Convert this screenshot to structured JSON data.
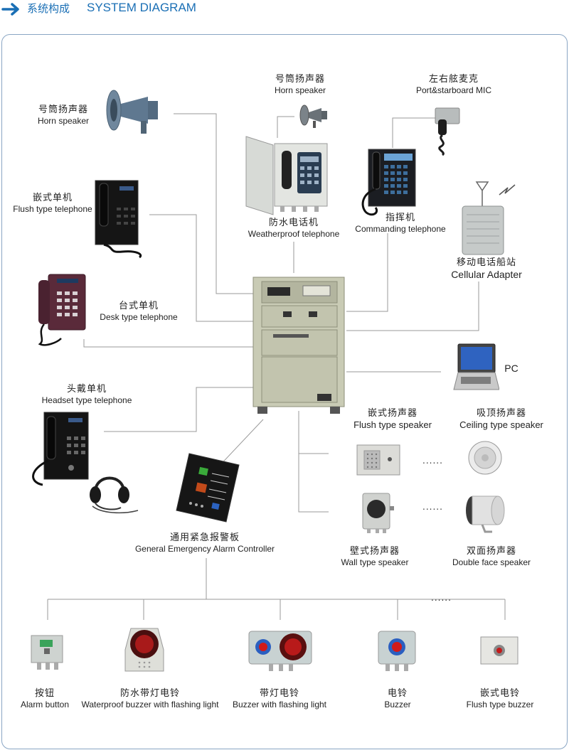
{
  "header": {
    "title_cn": "系统构成",
    "title_en": "SYSTEM DIAGRAM"
  },
  "colors": {
    "accent": "#1a6fb5",
    "frame": "#8aa6c4",
    "line": "#9a9a9a",
    "cabinet": "#c9cbb5"
  },
  "devices": {
    "horn_left": {
      "cn": "号筒扬声器",
      "en": "Horn speaker"
    },
    "horn_top": {
      "cn": "号筒扬声器",
      "en": "Horn speaker"
    },
    "mic": {
      "cn": "左右舷麦克",
      "en": "Port&starboard MIC"
    },
    "flush_tel": {
      "cn": "嵌式单机",
      "en": "Flush type telephone"
    },
    "weather_tel": {
      "cn": "防水电话机",
      "en": "Weatherproof telephone"
    },
    "command_tel": {
      "cn": "指挥机",
      "en": "Commanding telephone"
    },
    "cellular": {
      "cn": "移动电话船站",
      "en": "Cellular Adapter"
    },
    "desk_tel": {
      "cn": "台式单机",
      "en": "Desk type telephone"
    },
    "pc": {
      "en": "PC"
    },
    "headset_tel": {
      "cn": "头戴单机",
      "en": "Headset type telephone"
    },
    "flush_spk": {
      "cn": "嵌式扬声器",
      "en": "Flush type speaker"
    },
    "ceiling_spk": {
      "cn": "吸顶扬声器",
      "en": "Ceiling type speaker"
    },
    "wall_spk": {
      "cn": "壁式扬声器",
      "en": "Wall type speaker"
    },
    "double_spk": {
      "cn": "双面扬声器",
      "en": "Double face speaker"
    },
    "alarm_ctrl": {
      "cn": "通用紧急报警板",
      "en": "General Emergency Alarm Controller"
    },
    "alarm_btn": {
      "cn": "按钮",
      "en": "Alarm button"
    },
    "wp_buzzer": {
      "cn": "防水带灯电铃",
      "en": "Waterproof buzzer with flashing light"
    },
    "buzzer_light": {
      "cn": "带灯电铃",
      "en": "Buzzer with flashing light"
    },
    "buzzer": {
      "cn": "电铃",
      "en": "Buzzer"
    },
    "flush_buzzer": {
      "cn": "嵌式电铃",
      "en": "Flush type buzzer"
    }
  },
  "ellipsis": {
    "speakers_top": "......",
    "speakers_bottom": "......",
    "alarms": "......"
  },
  "icons": [
    "arrow-right-icon",
    "horn-speaker-icon",
    "telephone-icon",
    "microphone-icon",
    "antenna-icon",
    "laptop-icon",
    "speaker-icon",
    "headset-icon",
    "cabinet-icon",
    "bell-icon"
  ]
}
